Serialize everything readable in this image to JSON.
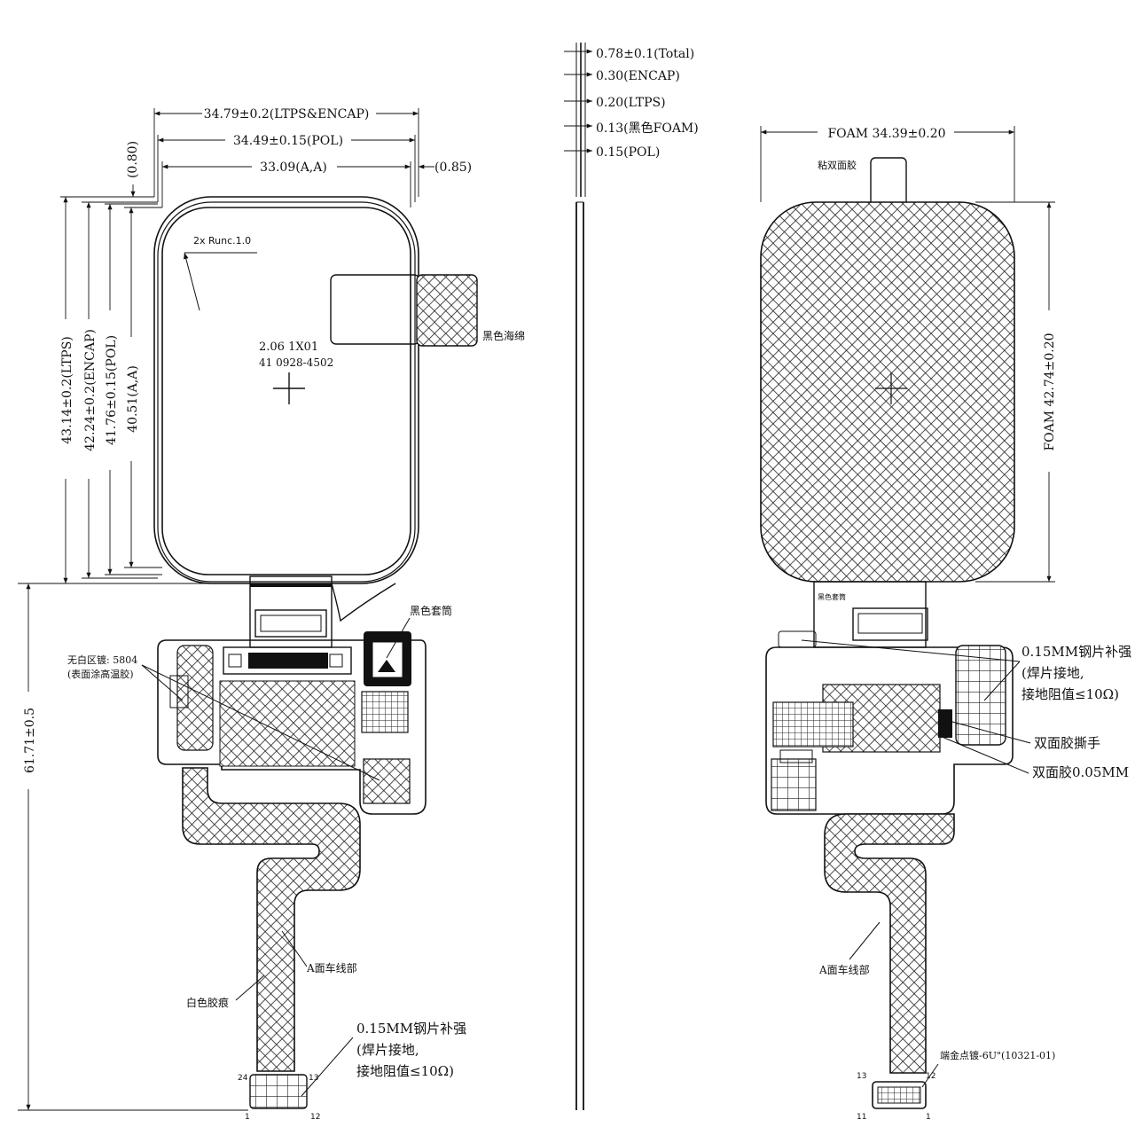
{
  "front_view": {
    "dims": {
      "width_ltps_encap": "34.79±0.2(LTPS&ENCAP)",
      "width_pol": "34.49±0.15(POL)",
      "width_aa": "33.09(A,A)",
      "offset_right": "(0.85)",
      "offset_top": "(0.80)",
      "height_ltps": "43.14±0.2(LTPS)",
      "height_encap": "42.24±0.2(ENCAP)",
      "height_pol": "41.76±0.15(POL)",
      "height_aa": "40.51(A,A)",
      "total_length": "61.71±0.5"
    },
    "runc_note": "2x Runc.1.0",
    "center_code_1": "2.06 1X01",
    "center_code_2": "41 0928-4502",
    "black_sponge": "黑色海绵",
    "black_sleeve": "黑色套筒",
    "white_zone_1": "无白区镀: 5804",
    "white_zone_2": "(表面涂高温胶)",
    "a_side_wiring": "A面车线部",
    "white_glue": "白色胶痕",
    "stiffener_1": "0.15MM钢片补强",
    "stiffener_2": "(焊片接地,",
    "stiffener_3": "接地阻值≤10Ω)",
    "pin_24": "24",
    "pin_13": "13",
    "pin_1": "1",
    "pin_12": "12"
  },
  "side_view": {
    "total": "0.78±0.1(Total)",
    "encap": "0.30(ENCAP)",
    "ltps": "0.20(LTPS)",
    "foam": "0.13(黑色FOAM)",
    "pol": "0.15(POL)"
  },
  "back_view": {
    "foam_width": "FOAM 34.39±0.20",
    "foam_height": "FOAM 42.74±0.20",
    "adhesive": "粘双面胶",
    "black_sleeve": "黑色套筒",
    "stiffener_1": "0.15MM钢片补强",
    "stiffener_2": "(焊片接地,",
    "stiffener_3": "接地阻值≤10Ω)",
    "tape_tab": "双面胶撕手",
    "tape": "双面胶0.05MM",
    "a_side_wiring": "A面车线部",
    "gold_plating": "端金点镀-6U\"(10321-01)",
    "pin_13": "13",
    "pin_12": "12",
    "pin_11": "11",
    "pin_1": "1"
  }
}
